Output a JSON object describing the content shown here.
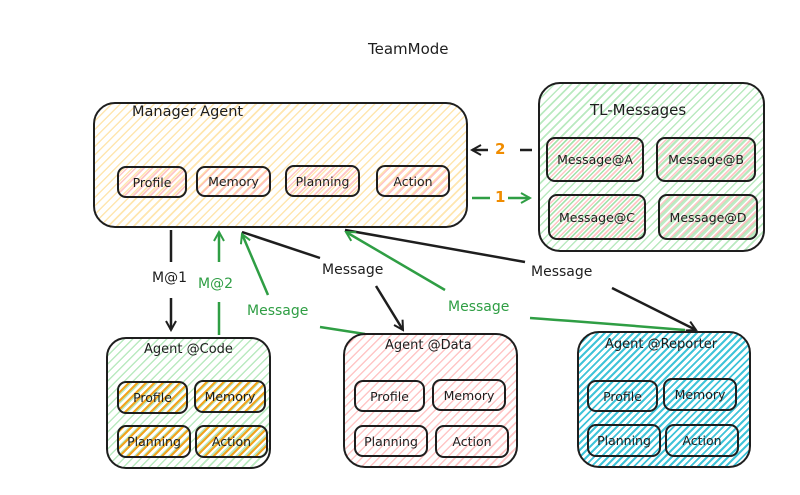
{
  "title": "TeamMode",
  "colors": {
    "stroke": "#1e1e1e",
    "green_arrow": "#2f9e44",
    "orange_label": "#f08c00",
    "manager_fill": "#ffd43b",
    "tl_fill": "#b2f2bb",
    "data_fill": "#ffc9c9",
    "reporter_fill": "#15aabf",
    "code_chip_fill": "#f08c00"
  },
  "manager": {
    "title": "Manager Agent",
    "modules": [
      "Profile",
      "Memory",
      "Planning",
      "Action"
    ]
  },
  "tl_messages": {
    "title": "TL-Messages",
    "messages": [
      "Message@A",
      "Message@B",
      "Message@C",
      "Message@D"
    ]
  },
  "agents": [
    {
      "title": "Agent @Code",
      "modules": [
        "Profile",
        "Memory",
        "Planning",
        "Action"
      ]
    },
    {
      "title": "Agent @Data",
      "modules": [
        "Profile",
        "Memory",
        "Planning",
        "Action"
      ]
    },
    {
      "title": "Agent @Reporter",
      "modules": [
        "Profile",
        "Memory",
        "Planning",
        "Action"
      ]
    }
  ],
  "edges": {
    "tl_to_manager_label": "2",
    "manager_to_tl_label": "1",
    "m1_label": "M@1",
    "m2_label": "M@2",
    "msg_to_data_label": "Message",
    "msg_to_reporter_label": "Message",
    "msg_from_code_label": "Message",
    "msg_from_reporter_label": "Message"
  }
}
